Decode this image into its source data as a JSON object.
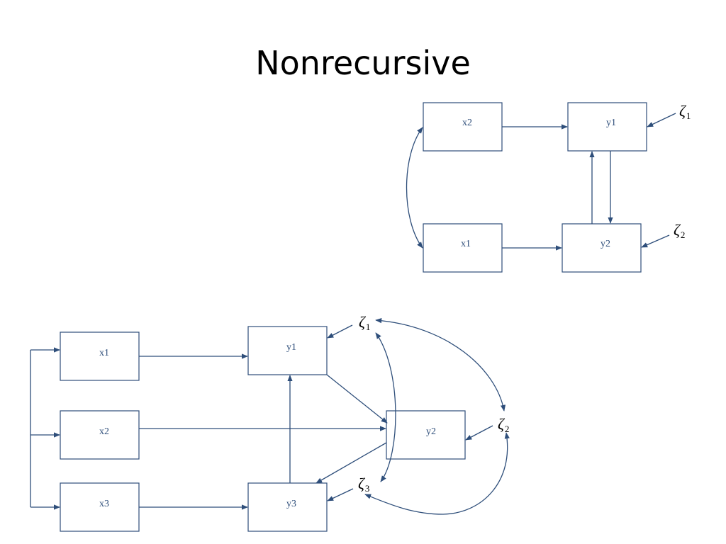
{
  "title": "Nonrecursive",
  "colors": {
    "line": "#2e4e7a",
    "text": "#000000",
    "box_text": "#2e4e7a"
  },
  "top_diagram": {
    "nodes": {
      "x2": "x2",
      "y1": "y1",
      "x1": "x1",
      "y2": "y2"
    },
    "disturbances": {
      "z1": {
        "symbol": "ζ",
        "sub": "1"
      },
      "z2": {
        "symbol": "ζ",
        "sub": "2"
      }
    }
  },
  "bottom_diagram": {
    "nodes": {
      "x1": "x1",
      "x2": "x2",
      "x3": "x3",
      "y1": "y1",
      "y2": "y2",
      "y3": "y3"
    },
    "disturbances": {
      "z1": {
        "symbol": "ζ",
        "sub": "1"
      },
      "z2": {
        "symbol": "ζ",
        "sub": "2"
      },
      "z3": {
        "symbol": "ζ",
        "sub": "3"
      }
    }
  }
}
